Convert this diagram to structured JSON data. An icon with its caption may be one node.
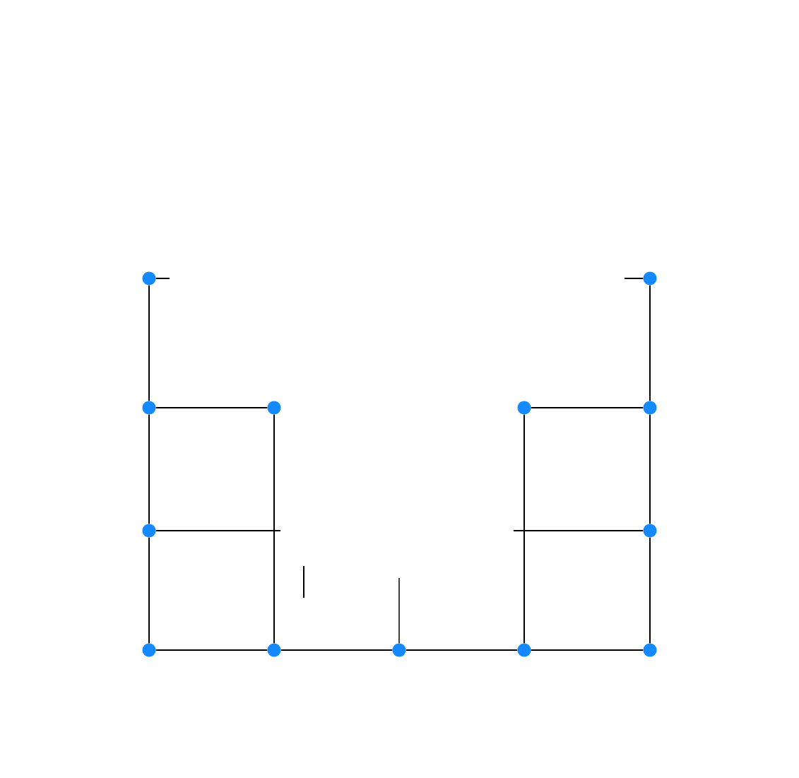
{
  "diagram": {
    "nodes": [
      {
        "text": [],
        "shape": "circle"
      },
      {
        "text": [],
        "shape": "circle"
      },
      {
        "text": [],
        "shape": "circle"
      },
      {
        "text": [],
        "shape": "circle"
      },
      {
        "text": [],
        "shape": "circle"
      },
      {
        "text": [],
        "shape": "circle"
      },
      {
        "text": [],
        "shape": "circle"
      },
      {
        "text": [],
        "shape": "circle"
      },
      {
        "text": [],
        "shape": "circle"
      },
      {
        "text": [],
        "shape": "circle"
      },
      {
        "text": [],
        "shape": "circle"
      },
      {
        "text": [],
        "shape": "circle"
      },
      {
        "text": [],
        "shape": "circle"
      }
    ],
    "edges": [
      {
        "from": 0,
        "to": 2,
        "arrow": "none"
      },
      {
        "from": 2,
        "to": 6,
        "arrow": "none"
      },
      {
        "from": 6,
        "to": 8,
        "arrow": "none"
      },
      {
        "from": 2,
        "to": 3,
        "arrow": "none"
      },
      {
        "from": 3,
        "to": 9,
        "arrow": "none"
      },
      {
        "from": 8,
        "to": 9,
        "arrow": "none"
      },
      {
        "from": 9,
        "to": 10,
        "arrow": "none"
      },
      {
        "from": 10,
        "to": 11,
        "arrow": "none"
      },
      {
        "from": 11,
        "to": 12,
        "arrow": "none"
      },
      {
        "from": 4,
        "to": 5,
        "arrow": "none"
      },
      {
        "from": 4,
        "to": 11,
        "arrow": "none"
      },
      {
        "from": 1,
        "to": 5,
        "arrow": "none"
      },
      {
        "from": 5,
        "to": 7,
        "arrow": "none"
      },
      {
        "from": 7,
        "to": 12,
        "arrow": "none"
      },
      {
        "from": 0,
        "to": null,
        "arrow": "none"
      },
      {
        "from": 1,
        "to": null,
        "arrow": "none"
      },
      {
        "from": 6,
        "to": null,
        "arrow": "none"
      },
      {
        "from": 7,
        "to": null,
        "arrow": "none"
      },
      {
        "from": 10,
        "to": null,
        "arrow": "none"
      }
    ]
  }
}
